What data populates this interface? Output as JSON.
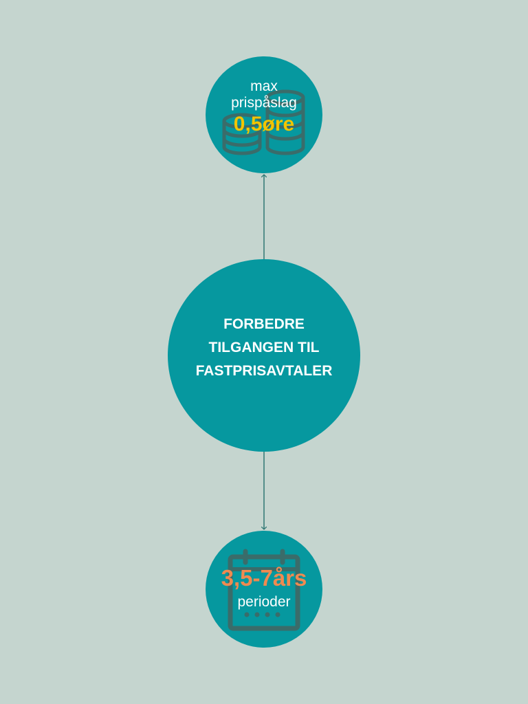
{
  "colors": {
    "background": "#c5d5cf",
    "node_fill": "#06989f",
    "connector": "#2f7773",
    "icon": "#3a6c6a",
    "value_top": "#f2c400",
    "value_bottom": "#f08a50",
    "text": "#ffffff"
  },
  "top_node": {
    "icon": "coins-stack-icon",
    "label_line1": "max",
    "label_line2": "prispåslag",
    "value": "0,5øre"
  },
  "center_node": {
    "lines": [
      "FORBEDRE",
      "TILGANGEN TIL",
      "FASTPRISAVTALER"
    ]
  },
  "bottom_node": {
    "icon": "calendar-icon",
    "value": "3,5-7års",
    "label": "perioder"
  }
}
